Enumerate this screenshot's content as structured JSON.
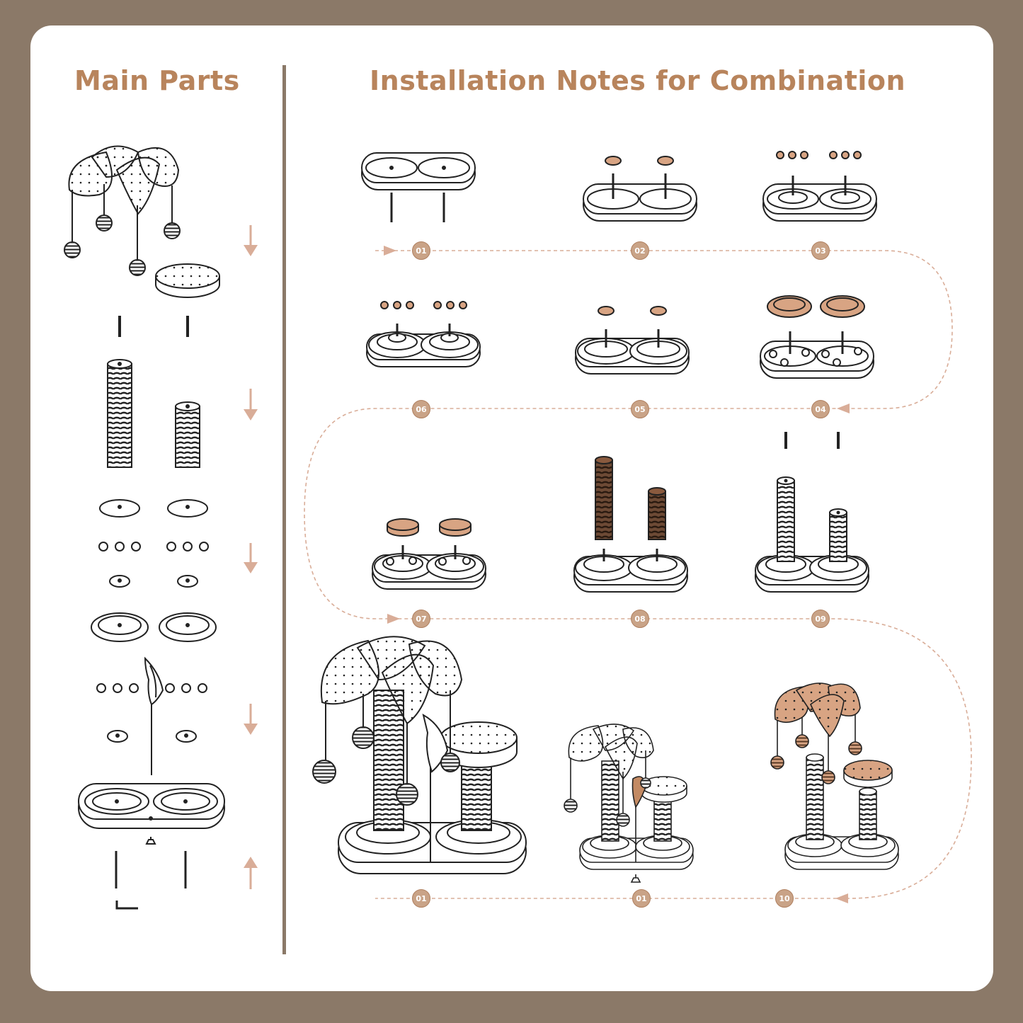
{
  "titles": {
    "main_parts": "Main Parts",
    "installation": "Installation Notes for Combination"
  },
  "steps": [
    {
      "id": "step-01-top",
      "label": "01"
    },
    {
      "id": "step-02",
      "label": "02"
    },
    {
      "id": "step-03",
      "label": "03"
    },
    {
      "id": "step-04",
      "label": "04"
    },
    {
      "id": "step-05",
      "label": "05"
    },
    {
      "id": "step-06",
      "label": "06"
    },
    {
      "id": "step-07",
      "label": "07"
    },
    {
      "id": "step-08",
      "label": "08"
    },
    {
      "id": "step-09",
      "label": "09"
    },
    {
      "id": "step-01-bottom-left",
      "label": "01"
    },
    {
      "id": "step-01-bottom-mid",
      "label": "01"
    },
    {
      "id": "step-10",
      "label": "10"
    }
  ],
  "colors": {
    "frame": "#8b7968",
    "accent": "#b8845c",
    "arrow": "#d9ad98",
    "wood": "#d8a483",
    "ink": "#222222"
  }
}
